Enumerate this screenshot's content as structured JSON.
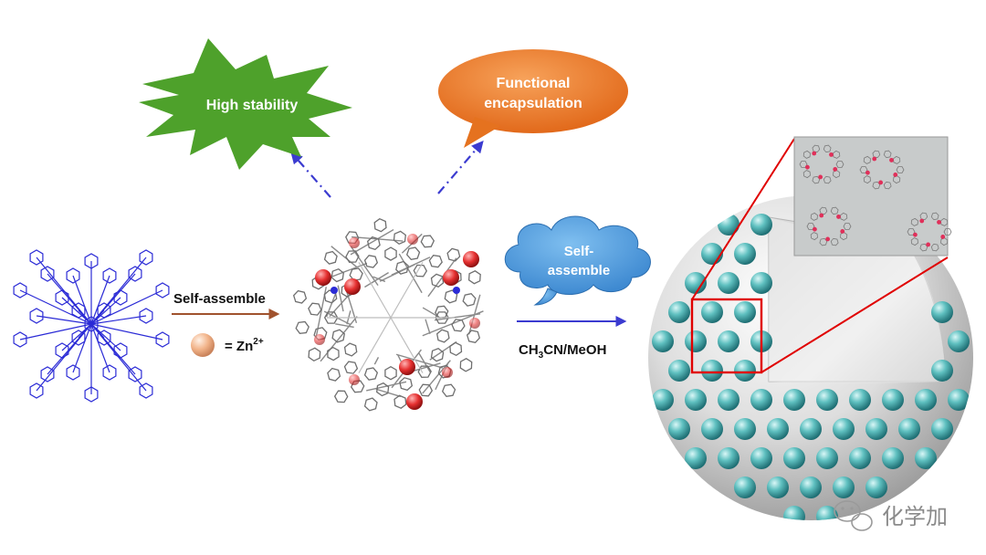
{
  "callouts": {
    "stability": "High stability",
    "encapsulation_line1": "Functional",
    "encapsulation_line2": "encapsulation",
    "cloud_line1": "Self-",
    "cloud_line2": "assemble"
  },
  "arrow_labels": {
    "self_assemble": "Self-assemble",
    "zn_prefix": "= Zn",
    "zn_charge": "2+",
    "solvent_ch": "CH",
    "solvent_sub": "3",
    "solvent_rest": "CN/MeOH"
  },
  "watermark": {
    "text": "化学加"
  },
  "colors": {
    "ligand_blue": "#2b2bd6",
    "stability_green": "#4ea12b",
    "encapsulation_orange": "#e8731f",
    "cloud_blue": "#3f8fd8",
    "dash_arrow": "#3b3bd0",
    "assemble_arrow": "#a0522d",
    "solvent_arrow": "#3b3bd0",
    "zn_ball": "#f2b48a",
    "cage_red": "#e53030",
    "sphere_teal": "#2f9a9a",
    "highlight_red": "#e00000"
  }
}
